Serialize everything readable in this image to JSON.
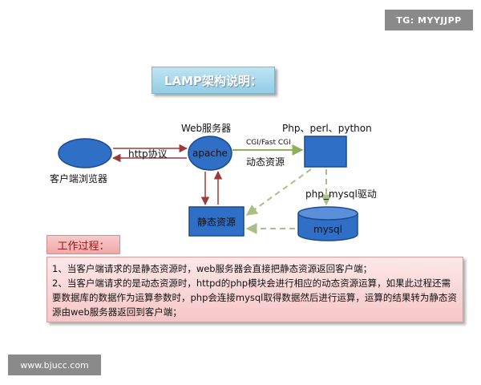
{
  "watermarks": {
    "top": "TG: MYYJJPP",
    "bottom": "www.bjucc.com"
  },
  "title": "LAMP架构说明：",
  "nodes": {
    "browser": "客户端浏览器",
    "apache": "apache",
    "static": "静态资源",
    "mysql": "mysql"
  },
  "labels": {
    "web_server": "Web服务器",
    "php_group": "Php、perl、python",
    "http": "http协议",
    "cgi": "CGI/Fast CGI",
    "dynamic": "动态资源",
    "php_mysql": "php_mysql驱动"
  },
  "process": {
    "title": "工作过程：",
    "lines": [
      "1、当客户端请求的是静态资源时，web服务器会直接把静态资源返回客户端；",
      "2、当客户端请求的是动态资源时，httpd的php模块会进行相应的动态资源运算，如果此过程还需要数据库的数据作为运算参数时，php会连接mysql取得数据然后进行运算，运算的结果转为静态资源由web服务器返回到客户端；"
    ]
  },
  "colors": {
    "node_fill": "#2f6fc6",
    "node_stroke": "#1c4a8f",
    "http_arrow": "#9c3a3a",
    "cgi_arrow": "#8fb05a",
    "dashed_arrow": "#a9bf86"
  }
}
